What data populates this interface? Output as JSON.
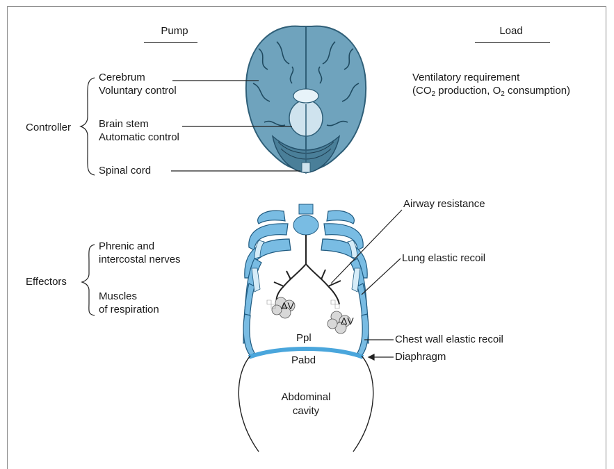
{
  "headers": {
    "pump": "Pump",
    "load": "Load"
  },
  "controller": {
    "group_label": "Controller",
    "cerebrum": "Cerebrum",
    "voluntary": "Voluntary control",
    "brain_stem": "Brain stem",
    "automatic": "Automatic control",
    "spinal_cord": "Spinal cord"
  },
  "effectors": {
    "group_label": "Effectors",
    "phrenic_1": "Phrenic and",
    "phrenic_2": "intercostal nerves",
    "muscles_1": "Muscles",
    "muscles_2": "of respiration"
  },
  "load": {
    "vent_req": "Ventilatory requirement",
    "co2_prefix": "(CO",
    "co2_sub": "2",
    "co2_mid": " production, O",
    "o2_sub": "2",
    "o2_suffix": " consumption)",
    "airway": "Airway resistance",
    "lung_recoil": "Lung elastic recoil",
    "chest_recoil": "Chest wall elastic recoil",
    "diaphragm": "Diaphragm"
  },
  "thorax": {
    "ppl": "Ppl",
    "pabd": "Pabd",
    "dv_left": "ΔV",
    "dv_right": "ΔV",
    "abdominal_1": "Abdominal",
    "abdominal_2": "cavity"
  },
  "colors": {
    "brain": "#6fa3bd",
    "brain_dark": "#2f5f78",
    "rib": "#79bce3",
    "rib_light": "#d6ecf8",
    "diaphragm": "#4aa6dc",
    "line": "#222222"
  }
}
